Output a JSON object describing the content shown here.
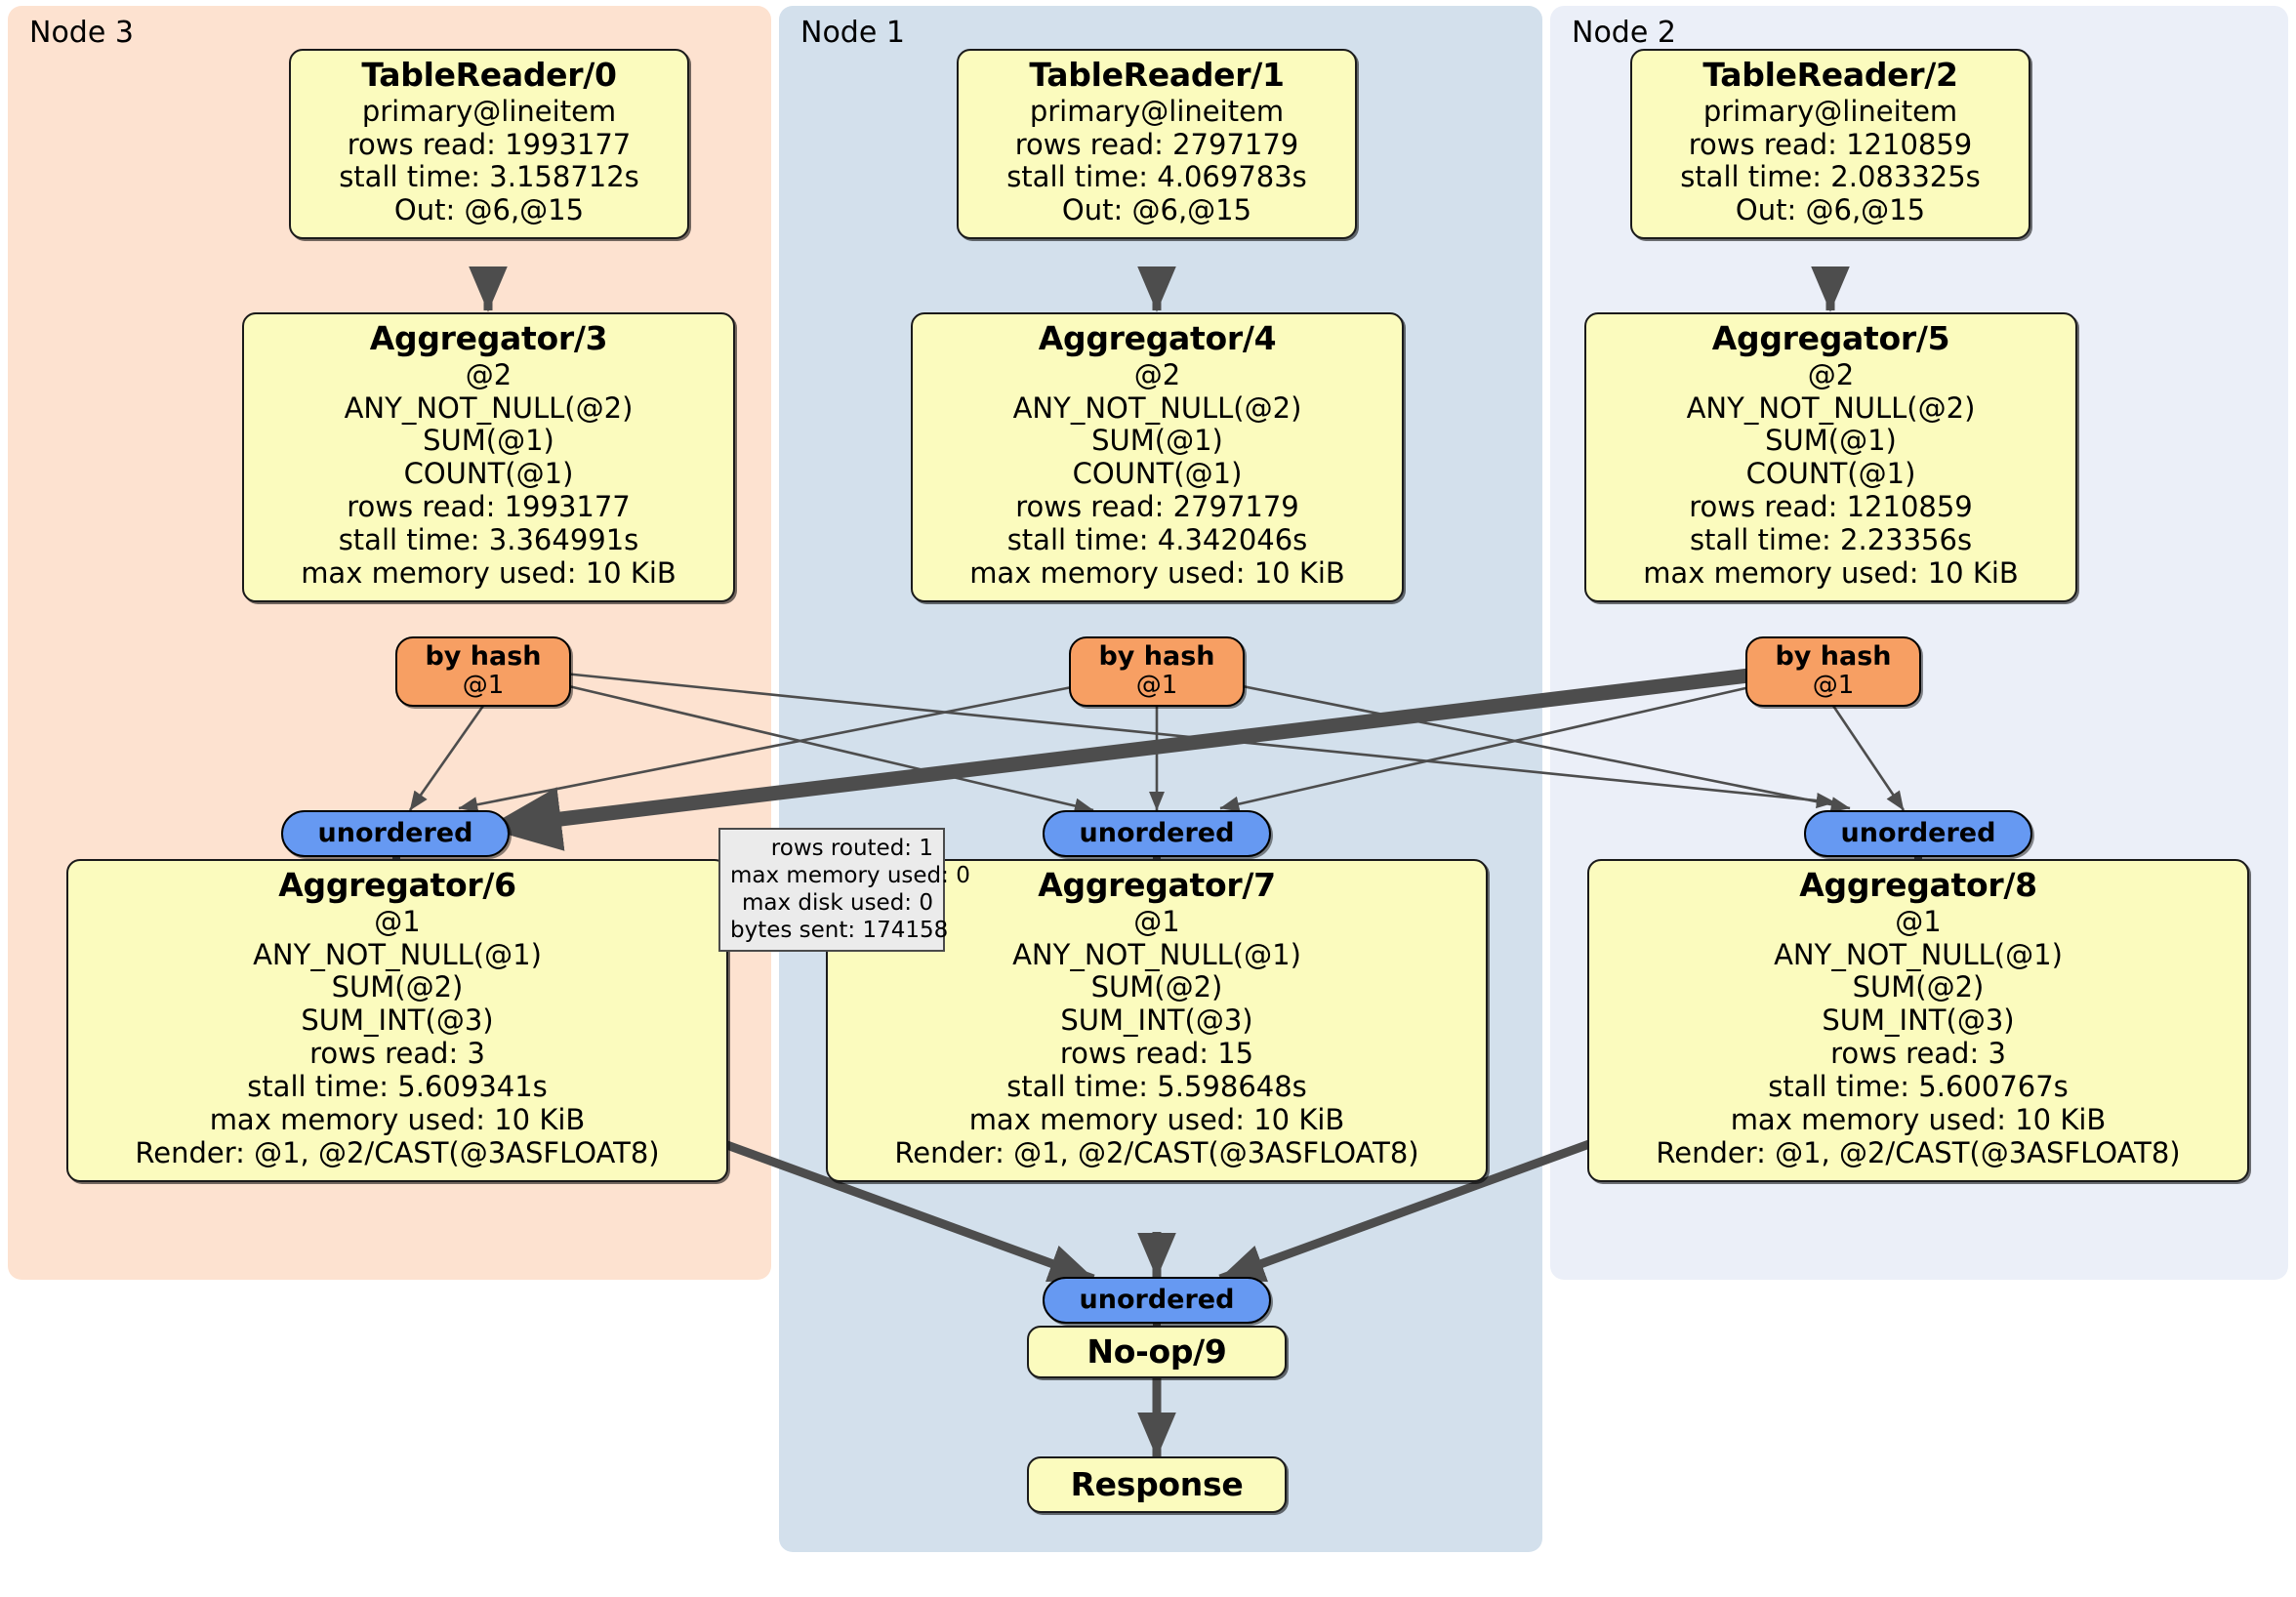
{
  "clusters": [
    {
      "label": "Node 3"
    },
    {
      "label": "Node 1"
    },
    {
      "label": "Node 2"
    }
  ],
  "colors": {
    "node3_bg": "#FDE2D0",
    "node1_bg": "#D3E0EC",
    "node2_bg": "#EBEFF8",
    "operator_fill": "#FBFBBE",
    "hash_router_fill": "#F79F63",
    "unordered_fill": "#6699F2",
    "stats_fill": "#EBEBEB",
    "edge_stroke": "#4d4d4d"
  },
  "table_readers": [
    {
      "title": "TableReader/0",
      "table": "primary@lineitem",
      "rows_read": "rows read: 1993177",
      "stall_time": "stall time: 3.158712s",
      "out": "Out: @6,@15"
    },
    {
      "title": "TableReader/1",
      "table": "primary@lineitem",
      "rows_read": "rows read: 2797179",
      "stall_time": "stall time: 4.069783s",
      "out": "Out: @6,@15"
    },
    {
      "title": "TableReader/2",
      "table": "primary@lineitem",
      "rows_read": "rows read: 1210859",
      "stall_time": "stall time: 2.083325s",
      "out": "Out: @6,@15"
    }
  ],
  "local_aggregators": [
    {
      "title": "Aggregator/3",
      "group_by": "@2",
      "agg1": "ANY_NOT_NULL(@2)",
      "agg2": "SUM(@1)",
      "agg3": "COUNT(@1)",
      "rows_read": "rows read: 1993177",
      "stall_time": "stall time: 3.364991s",
      "max_memory": "max memory used: 10 KiB"
    },
    {
      "title": "Aggregator/4",
      "group_by": "@2",
      "agg1": "ANY_NOT_NULL(@2)",
      "agg2": "SUM(@1)",
      "agg3": "COUNT(@1)",
      "rows_read": "rows read: 2797179",
      "stall_time": "stall time: 4.342046s",
      "max_memory": "max memory used: 10 KiB"
    },
    {
      "title": "Aggregator/5",
      "group_by": "@2",
      "agg1": "ANY_NOT_NULL(@2)",
      "agg2": "SUM(@1)",
      "agg3": "COUNT(@1)",
      "rows_read": "rows read: 1210859",
      "stall_time": "stall time: 2.23356s",
      "max_memory": "max memory used: 10 KiB"
    }
  ],
  "hash_routers": [
    {
      "type": "by hash",
      "column": "@1"
    },
    {
      "type": "by hash",
      "column": "@1"
    },
    {
      "type": "by hash",
      "column": "@1"
    }
  ],
  "unordered_synchronizers": [
    {
      "label": "unordered"
    },
    {
      "label": "unordered"
    },
    {
      "label": "unordered"
    },
    {
      "label": "unordered"
    }
  ],
  "final_aggregators": [
    {
      "title": "Aggregator/6",
      "group_by": "@1",
      "agg1": "ANY_NOT_NULL(@1)",
      "agg2": "SUM(@2)",
      "agg3": "SUM_INT(@3)",
      "rows_read": "rows read: 3",
      "stall_time": "stall time: 5.609341s",
      "max_memory": "max memory used: 10 KiB",
      "render": "Render: @1, @2/CAST(@3ASFLOAT8)"
    },
    {
      "title": "Aggregator/7",
      "group_by": "@1",
      "agg1": "ANY_NOT_NULL(@1)",
      "agg2": "SUM(@2)",
      "agg3": "SUM_INT(@3)",
      "rows_read": "rows read: 15",
      "stall_time": "stall time: 5.598648s",
      "max_memory": "max memory used: 10 KiB",
      "render": "Render: @1, @2/CAST(@3ASFLOAT8)"
    },
    {
      "title": "Aggregator/8",
      "group_by": "@1",
      "agg1": "ANY_NOT_NULL(@1)",
      "agg2": "SUM(@2)",
      "agg3": "SUM_INT(@3)",
      "rows_read": "rows read: 3",
      "stall_time": "stall time: 5.600767s",
      "max_memory": "max memory used: 10 KiB",
      "render": "Render: @1, @2/CAST(@3ASFLOAT8)"
    }
  ],
  "stats_box": {
    "rows_routed": "rows routed: 1",
    "max_memory_used": "max memory used: 0",
    "max_disk_used": "max disk used: 0",
    "bytes_sent": "bytes sent: 174158"
  },
  "terminal": {
    "noop": "No-op/9",
    "response": "Response"
  }
}
